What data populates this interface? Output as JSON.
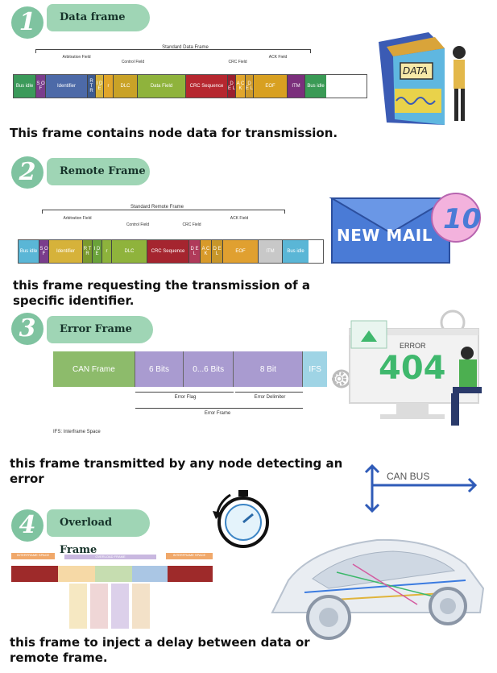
{
  "sections": [
    {
      "number": "1",
      "title": "Data frame",
      "caption": "This frame contains node data for transmission."
    },
    {
      "number": "2",
      "title": "Remote Frame",
      "caption": "this  frame requesting the transmission of a specific identifier."
    },
    {
      "number": "3",
      "title": "Error Frame",
      "caption": "this frame transmitted by any node detecting an error"
    },
    {
      "number": "4",
      "title": "Overload Frame",
      "caption": "this frame to inject a delay between data or remote frame."
    }
  ],
  "data_frame": {
    "header": "Standard Data Frame",
    "groups": [
      "Arbitration Field",
      "Control Field",
      "CRC Field",
      "ACK Field"
    ],
    "segments": [
      "Bus idle",
      "S O F",
      "Identifier",
      "R T R",
      "I D E",
      "r",
      "DLC",
      "Data Field",
      "CRC Sequence",
      "D E L",
      "A C K",
      "D E L",
      "EOF",
      "ITM",
      "Bus idle"
    ],
    "colors": [
      "#3b9a5a",
      "#7a3d8c",
      "#4d6aa8",
      "#3d5b8f",
      "#d6b23a",
      "#e0a52a",
      "#c9a227",
      "#8fb33c",
      "#b6272f",
      "#9b1f2e",
      "#e1a62d",
      "#ce9a2a",
      "#d8a021",
      "#7b2f7c",
      "#3a9a55"
    ]
  },
  "remote_frame": {
    "header": "Standard Remote Frame",
    "groups": [
      "Arbitration Field",
      "Control Field",
      "CRC Field",
      "ACK Field"
    ],
    "segments": [
      "Bus idle",
      "S O F",
      "Identifier",
      "R T R",
      "I D E",
      "r",
      "DLC",
      "CRC Sequence",
      "D E L",
      "A C K",
      "D E L",
      "EOF",
      "ITM",
      "Bus idle"
    ],
    "colors": [
      "#5ab6d6",
      "#7a3d8c",
      "#d6b23a",
      "#7b9a2e",
      "#6aa23a",
      "#8db33c",
      "#8fb33c",
      "#a5252f",
      "#b03a5a",
      "#d89a2a",
      "#c7962a",
      "#e0a030",
      "#c8c8c8",
      "#5ab6d6"
    ]
  },
  "error_frame": {
    "segments": [
      "CAN Frame",
      "6 Bits",
      "0...6 Bits",
      "8 Bit",
      "IFS"
    ],
    "colors": [
      "#8dbb6b",
      "#a99bd0",
      "#a99bd0",
      "#a99bd0",
      "#9fd4e5"
    ],
    "labels": [
      "Error Flag",
      "Error Delimiter",
      "Error Frame"
    ],
    "footnote": "IFS: Interframe Space"
  },
  "illustrations": {
    "book_label": "DATA",
    "mail_text": "NEW MAIL",
    "mail_badge": "10",
    "error_word": "ERROR",
    "error_code": "404",
    "bus_label": "CAN BUS"
  },
  "overload_frame": {
    "top_labels": [
      "INTERFRAME SPACE",
      "OVERLOAD FRAME",
      "INTERFRAME SPACE"
    ],
    "colors": [
      "#f0a86a",
      "#c9b8e0",
      "#9e2a2a",
      "#f6d9a6",
      "#c6ddb0",
      "#aac6e4"
    ]
  }
}
